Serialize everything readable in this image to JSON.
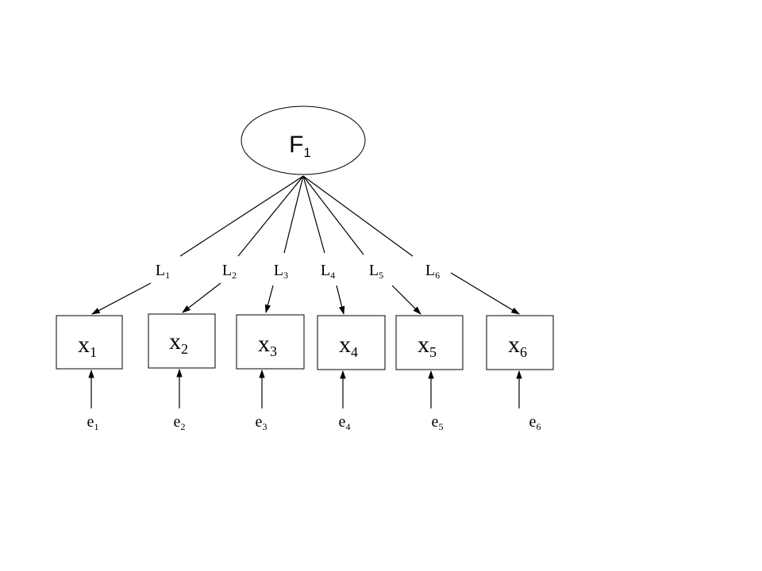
{
  "factor": {
    "base": "F",
    "sub": "1"
  },
  "loadings": [
    {
      "base": "L",
      "sub": "1"
    },
    {
      "base": "L",
      "sub": "2"
    },
    {
      "base": "L",
      "sub": "3"
    },
    {
      "base": "L",
      "sub": "4"
    },
    {
      "base": "L",
      "sub": "5"
    },
    {
      "base": "L",
      "sub": "6"
    }
  ],
  "indicators": [
    {
      "base": "x",
      "sub": "1"
    },
    {
      "base": "x",
      "sub": "2"
    },
    {
      "base": "x",
      "sub": "3"
    },
    {
      "base": "x",
      "sub": "4"
    },
    {
      "base": "x",
      "sub": "5"
    },
    {
      "base": "x",
      "sub": "6"
    }
  ],
  "errors": [
    {
      "base": "e",
      "sub": "1"
    },
    {
      "base": "e",
      "sub": "2"
    },
    {
      "base": "e",
      "sub": "3"
    },
    {
      "base": "e",
      "sub": "4"
    },
    {
      "base": "e",
      "sub": "5"
    },
    {
      "base": "e",
      "sub": "6"
    }
  ],
  "colors": {
    "stroke": "#000000",
    "background": "#ffffff"
  }
}
